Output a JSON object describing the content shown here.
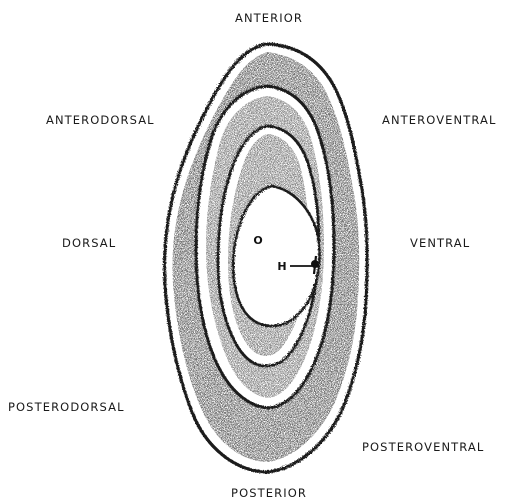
{
  "labels": {
    "anterior": "ANTERIOR",
    "anterodorsal": "ANTERODORSAL",
    "anteroventral": "ANTEROVENTRAL",
    "dorsal": "DORSAL",
    "ventral": "VENTRAL",
    "posterodorsal": "POSTERODORSAL",
    "posteroventral": "POSTEROVENTRAL",
    "posterior": "POSTERIOR"
  },
  "markers": {
    "origin": "O",
    "hypocenter": "H"
  },
  "colors": {
    "ink": "#1a1a1a",
    "stipple": "#3a3a3a",
    "background": "#ffffff"
  },
  "ring_count": 4
}
